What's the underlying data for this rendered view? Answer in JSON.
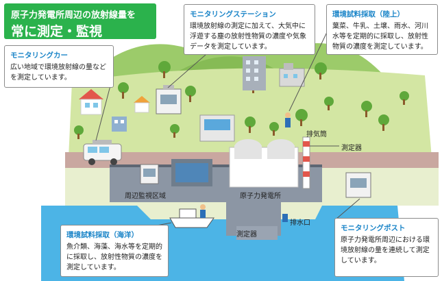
{
  "title": {
    "line1": "原子力発電所周辺の放射線量を",
    "line2": "常に測定・監視"
  },
  "callouts": {
    "monitoring_car": {
      "title": "モニタリングカー",
      "body": "広い地域で環境放射線の量などを測定しています。"
    },
    "monitoring_station": {
      "title": "モニタリングステーション",
      "body": "環境放射線の測定に加えて、大気中に浮遊する塵の放射性物質の濃度や気象データを測定しています。"
    },
    "env_sampling_land": {
      "title": "環境試料採取（陸上）",
      "body": "葉菜、牛乳、土壌、雨水、河川水等を定期的に採取し、放射性物質の濃度を測定しています。"
    },
    "env_sampling_sea": {
      "title": "環境試料採取（海洋）",
      "body": "魚介類、海藻、海水等を定期的に採取し、放射性物質の濃度を測定しています。"
    },
    "monitoring_post": {
      "title": "モニタリングポスト",
      "body": "原子力発電所周辺における環境放射線の量を連続して測定しています。"
    }
  },
  "labels": {
    "exhaust_stack": "排気筒",
    "measuring_device_top": "測定器",
    "surrounding_area": "周辺監視区域",
    "nuclear_plant": "原子力発電所",
    "outlet": "排水口",
    "measuring_device_bottom": "測定器"
  },
  "colors": {
    "title_green": "#2bb24c",
    "callout_title_blue": "#1b85c8",
    "grass": "#d3e6a3",
    "sea": "#4cb4e6",
    "road": "#c9a7a0"
  }
}
